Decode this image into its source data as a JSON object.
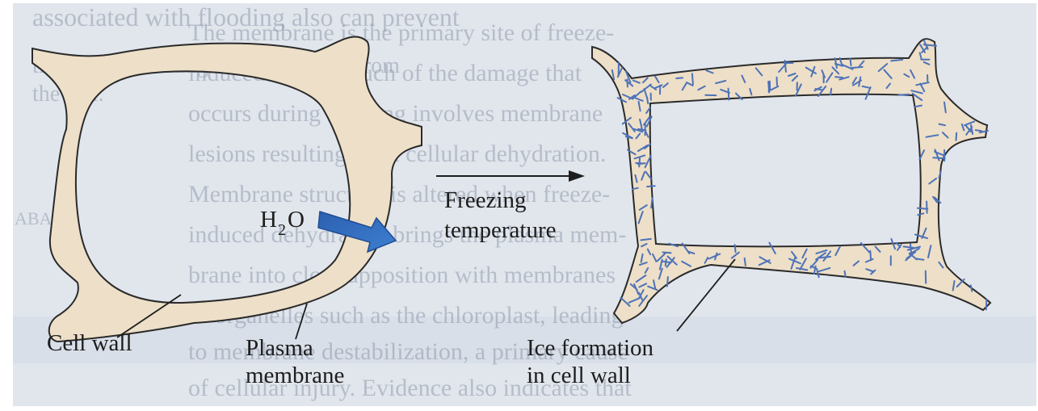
{
  "labels": {
    "cell_wall": "Cell wall",
    "plasma_line1": "Plasma",
    "plasma_line2": "membrane",
    "h2o_main": "H",
    "h2o_sub": "2",
    "h2o_tail": "O",
    "freezing_line1": "Freezing",
    "freezing_line2": "temperature",
    "ice_line1": "Ice formation",
    "ice_line2": "in cell wall"
  },
  "background_text": {
    "lines": [
      "associated with flooding also can prevent",
      "The membrane is the primary site of freeze-",
      "induced injury. Much of the damage that",
      "occurs during freezing involves membrane",
      "lesions resulting from cellular dehydration.",
      "Membrane structure is altered when freeze-",
      "induced dehydration brings the plasma mem-",
      "brane into close apposition with membranes",
      "of organelles such as the chloroplast, leading",
      "to membrane destabilization, a primary cause",
      "of cellular injury. Evidence also indicates that"
    ],
    "side_lines": [
      "tion from obtaining adequate water from",
      "the soil."
    ],
    "margin_tag": "ABA"
  },
  "colors": {
    "panel_bg": "#e1e6ed",
    "cell_wall_fill": "#eddfc8",
    "cell_outline": "#2a2a2a",
    "ice_crystal": "#4d72b8",
    "arrow_blue": "#2f64b5"
  }
}
